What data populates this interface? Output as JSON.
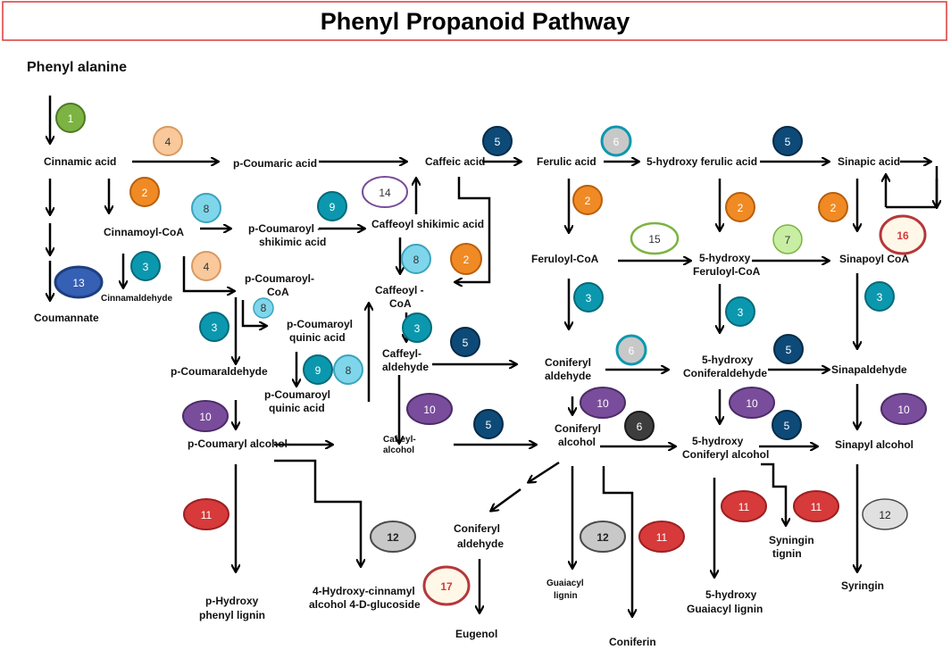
{
  "title": "Phenyl Propanoid Pathway",
  "colors": {
    "green": "#7cb342",
    "orange": "#f08a24",
    "peach": "#f9c89b",
    "blue_dark": "#0d4a78",
    "teal": "#0b98ae",
    "cyan_light": "#7fd6ea",
    "purple": "#7a4d9c",
    "red": "#d63a3a",
    "grey": "#c8c8c8",
    "light_green": "#c8eea3"
  },
  "compounds": {
    "phenylalanine": "Phenyl alanine",
    "cinnamic_acid": "Cinnamic acid",
    "p_coumaric_acid": "p-Coumaric acid",
    "caffeic_acid": "Caffeic acid",
    "ferulic_acid": "Ferulic acid",
    "hydroxy_ferulic_acid": "5-hydroxy ferulic acid",
    "sinapic_acid": "Sinapic acid",
    "cinnamoyl_coa": "Cinnamoyl-CoA",
    "p_coumaroyl_shikimic_1": "p-Coumaroyl -",
    "p_coumaroyl_shikimic_2": "shikimic acid",
    "caffeoyl_shikimic_acid": "Caffeoyl shikimic acid",
    "feruloyl_coa": "Feruloyl-CoA",
    "hydroxy_feruloyl_coa_1": "5-hydroxy",
    "hydroxy_feruloyl_coa_2": "Feruloyl-CoA",
    "sinapoyl_coa": "Sinapoyl CoA",
    "cinnamaldehyde": "Cinnamaldehyde",
    "coumannate": "Coumannate",
    "p_coumaroyl_coa_1": "p-Coumaroyl-",
    "p_coumaroyl_coa_2": "CoA",
    "caffeoyl_coa_1": "Caffeoyl -",
    "caffeoyl_coa_2": "CoA",
    "p_coumaroyl_quinic_a_1": "p-Coumaroyl",
    "p_coumaroyl_quinic_a_2": "quinic  acid",
    "p_coumaroyl_quinic_b_1": "p-Coumaroyl",
    "p_coumaroyl_quinic_b_2": "quinic  acid",
    "p_coumaraldehyde": "p-Coumaraldehyde",
    "caffeyl_aldehyde_1": "Caffeyl-",
    "caffeyl_aldehyde_2": "aldehyde",
    "coniferyl_aldehyde_1": "Coniferyl",
    "coniferyl_aldehyde_2": "aldehyde",
    "hydroxy_coniferaldehyde_1": "5-hydroxy",
    "hydroxy_coniferaldehyde_2": "Coniferaldehyde",
    "sinapaldehyde": "Sinapaldehyde",
    "p_coumaryl_alcohol": "p-Coumaryl alcohol",
    "caffeyl_alcohol_1": "Caffeyl-",
    "caffeyl_alcohol_2": "alcohol",
    "coniferyl_alcohol_1": "Coniferyl",
    "coniferyl_alcohol_2": "alcohol",
    "hydroxy_coniferyl_alcohol_1": "5-hydroxy",
    "hydroxy_coniferyl_alcohol_2": "Coniferyl alcohol",
    "sinapyl_alcohol": "Sinapyl alcohol",
    "p_hydroxy_lignin_1": "p-Hydroxy",
    "p_hydroxy_lignin_2": "phenyl lignin",
    "glucoside_1": "4-Hydroxy-cinnamyl",
    "glucoside_2": "alcohol 4-D-glucoside",
    "coniferyl_aldehyde_lg_1": "Coniferyl",
    "coniferyl_aldehyde_lg_2": "aldehyde",
    "eugenol": "Eugenol",
    "guaiacyl_lignin_1": "Guaiacyl",
    "guaiacyl_lignin_2": "lignin",
    "coniferin": "Coniferin",
    "hydroxy_guaiacyl_lignin_1": "5-hydroxy",
    "hydroxy_guaiacyl_lignin_2": "Guaiacyl lignin",
    "syningin_tignin_1": "Syningin",
    "syningin_tignin_2": "tignin",
    "syringin": "Syringin"
  },
  "badges": {
    "b1": "1",
    "b4a": "4",
    "b5a": "5",
    "b6a": "6",
    "b5b": "5",
    "b2a": "2",
    "b8a": "8",
    "b9a": "9",
    "b14": "14",
    "b2b": "2",
    "b2c": "2",
    "b2d": "2",
    "b15": "15",
    "b7": "7",
    "b16": "16",
    "b13": "13",
    "b3a": "3",
    "b4b": "4",
    "b8b": "8",
    "b2e": "2",
    "b8c": "8",
    "b3b": "3",
    "b3c": "3",
    "b3d": "3",
    "b3e": "3",
    "b9b": "9",
    "b8d": "8",
    "b3f": "3",
    "b5c": "5",
    "b6b": "6",
    "b5d": "5",
    "b10a": "10",
    "b10b": "10",
    "b10c": "10",
    "b10d": "10",
    "b10e": "10",
    "b5e": "5",
    "b6c": "6",
    "b5f": "5",
    "b11a": "11",
    "b12a": "12",
    "b17": "17",
    "b12b": "12",
    "b11b": "11",
    "b11c": "11",
    "b11d": "11",
    "b12c": "12"
  }
}
